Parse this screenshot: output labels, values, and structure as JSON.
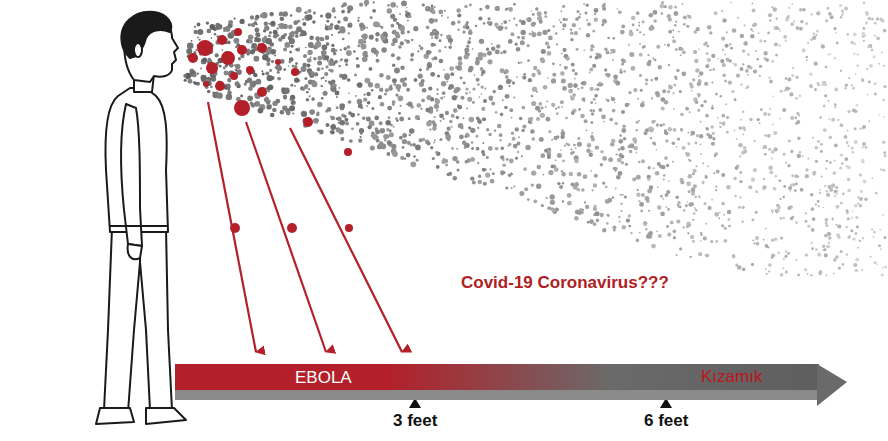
{
  "diagram": {
    "nodes": [
      {
        "text": [
          "EBOLA",
          "Kızamık"
        ]
      }
    ],
    "labels": [
      "Covid-19 Coronavirus???",
      "3 feet",
      "6 feet"
    ]
  }
}
